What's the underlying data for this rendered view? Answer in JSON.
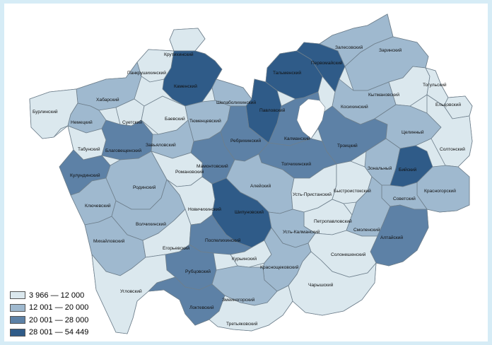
{
  "colors": {
    "c1": "#dbe8ee",
    "c2": "#9fb9cf",
    "c3": "#5d81a6",
    "c4": "#2f5b88",
    "lake": "#ffffff"
  },
  "legend": [
    {
      "label": "3 966 — 12 000",
      "color": "#dbe8ee"
    },
    {
      "label": "12 001 — 20 000",
      "color": "#9fb9cf"
    },
    {
      "label": "20 001 — 28 000",
      "color": "#5d81a6"
    },
    {
      "label": "28 001 — 54 449",
      "color": "#2f5b88"
    }
  ],
  "districts": [
    {
      "name": "Крутихинский",
      "cls": 1
    },
    {
      "name": "Панкрушихинский",
      "cls": 1
    },
    {
      "name": "Каменский",
      "cls": 4
    },
    {
      "name": "Хабарский",
      "cls": 2
    },
    {
      "name": "Бурлинский",
      "cls": 1
    },
    {
      "name": "Немецкий",
      "cls": 2
    },
    {
      "name": "Суетский",
      "cls": 1
    },
    {
      "name": "Баевский",
      "cls": 1
    },
    {
      "name": "Шелаболихинский",
      "cls": 2
    },
    {
      "name": "Тюменцевский",
      "cls": 2
    },
    {
      "name": "Павловский",
      "cls": 4
    },
    {
      "name": "Тальменский",
      "cls": 4
    },
    {
      "name": "Первомайский",
      "cls": 4
    },
    {
      "name": "Залесовский",
      "cls": 2
    },
    {
      "name": "Заринский",
      "cls": 2
    },
    {
      "name": "Кытмановский",
      "cls": 1
    },
    {
      "name": "Тогульский",
      "cls": 1
    },
    {
      "name": "Ельцовский",
      "cls": 1
    },
    {
      "name": "Косихинский",
      "cls": 2
    },
    {
      "name": "Табунский",
      "cls": 1
    },
    {
      "name": "Благовещенский",
      "cls": 3
    },
    {
      "name": "Завьяловский",
      "cls": 2
    },
    {
      "name": "Ребрихинский",
      "cls": 3
    },
    {
      "name": "Калманский",
      "cls": 3
    },
    {
      "name": "Троицкий",
      "cls": 3
    },
    {
      "name": "Целинный",
      "cls": 2
    },
    {
      "name": "Солтонский",
      "cls": 1
    },
    {
      "name": "Кулундинский",
      "cls": 3
    },
    {
      "name": "Мамонтовский",
      "cls": 3
    },
    {
      "name": "Романовский",
      "cls": 1
    },
    {
      "name": "Топчихинский",
      "cls": 3
    },
    {
      "name": "Зональный",
      "cls": 2
    },
    {
      "name": "Бийский",
      "cls": 4
    },
    {
      "name": "Родинский",
      "cls": 2
    },
    {
      "name": "Алейский",
      "cls": 2
    },
    {
      "name": "Усть-Пристанский",
      "cls": 1
    },
    {
      "name": "Быстроистокский",
      "cls": 1
    },
    {
      "name": "Красногорский",
      "cls": 2
    },
    {
      "name": "Ключевский",
      "cls": 2
    },
    {
      "name": "Новичихинский",
      "cls": 1
    },
    {
      "name": "Шипуновский",
      "cls": 4
    },
    {
      "name": "Советский",
      "cls": 2
    },
    {
      "name": "Петропавловский",
      "cls": 1
    },
    {
      "name": "Волчихинский",
      "cls": 2
    },
    {
      "name": "Смоленский",
      "cls": 2
    },
    {
      "name": "Михайловский",
      "cls": 2
    },
    {
      "name": "Усть-Калманский",
      "cls": 2
    },
    {
      "name": "Алтайский",
      "cls": 3
    },
    {
      "name": "Егорьевский",
      "cls": 1
    },
    {
      "name": "Поспелихинский",
      "cls": 3
    },
    {
      "name": "Солонешенский",
      "cls": 1
    },
    {
      "name": "Курьинский",
      "cls": 1
    },
    {
      "name": "Рубцовский",
      "cls": 3
    },
    {
      "name": "Краснощековский",
      "cls": 2
    },
    {
      "name": "Угловский",
      "cls": 1
    },
    {
      "name": "Змеиногорский",
      "cls": 2
    },
    {
      "name": "Чарышский",
      "cls": 1
    },
    {
      "name": "Локтевский",
      "cls": 3
    },
    {
      "name": "Третьяковский",
      "cls": 1
    }
  ]
}
